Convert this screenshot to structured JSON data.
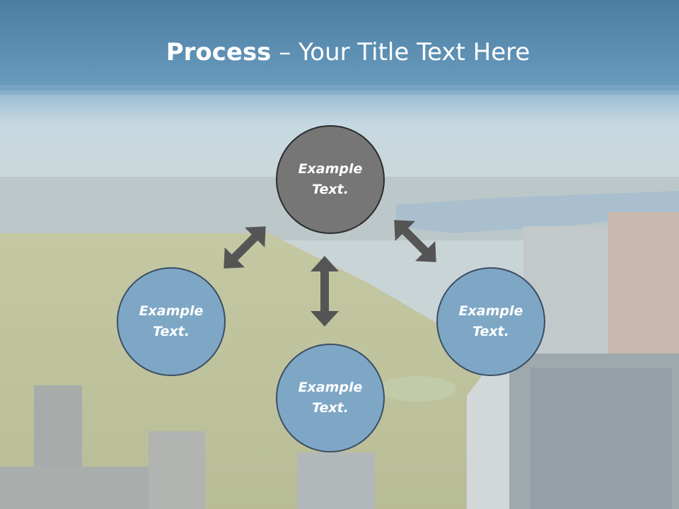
{
  "slide": {
    "title_bold": "Process",
    "title_rest": " – Your Title Text Here"
  },
  "diagram": {
    "nodes": [
      {
        "id": "top",
        "line1": "Example",
        "line2": "Text.",
        "fill": "#767676"
      },
      {
        "id": "left",
        "line1": "Example",
        "line2": "Text.",
        "fill": "#7ea7c6"
      },
      {
        "id": "bottom",
        "line1": "Example",
        "line2": "Text.",
        "fill": "#7ea7c6"
      },
      {
        "id": "right",
        "line1": "Example",
        "line2": "Text.",
        "fill": "#7ea7c6"
      }
    ],
    "arrow_color": "#555555"
  },
  "colors": {
    "header_top": "#4a7fa3",
    "header_bottom": "#6b9dc0",
    "sky": "#c4d6df",
    "park": "#bfc49a",
    "city": "#b9c3c5"
  }
}
